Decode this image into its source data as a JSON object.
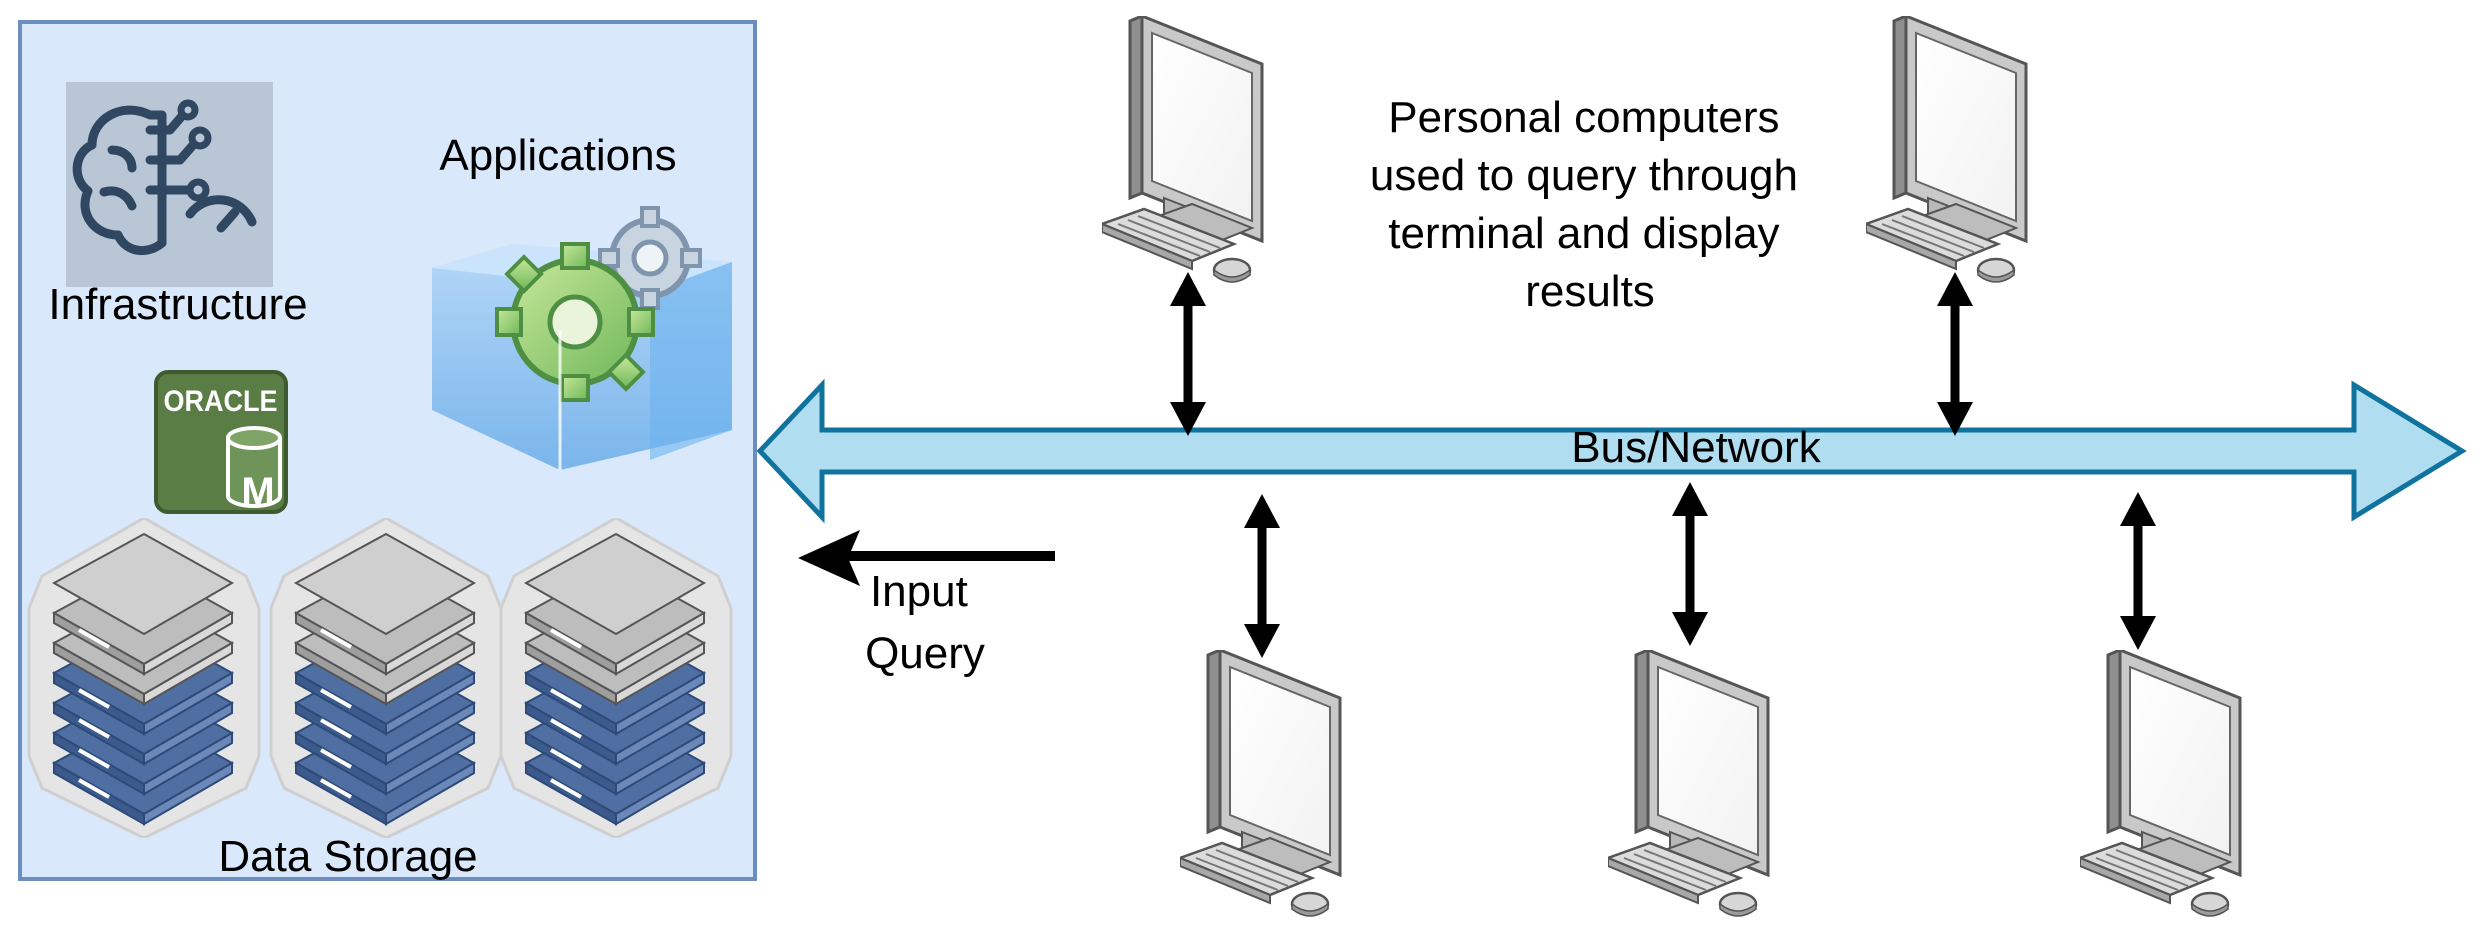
{
  "labels": {
    "infrastructure": "Infrastructure",
    "applications": "Applications",
    "data_storage": "Data Storage",
    "bus_network": "Bus/Network",
    "input_query": [
      "Input",
      "Query"
    ],
    "computers_note": [
      "Personal computers",
      "used to query through",
      "terminal and display",
      "results"
    ]
  },
  "icons": {
    "infrastructure": "brain-circuit-gauge-icon",
    "applications": "gears-cube-icon",
    "database": "oracle-database-icon",
    "database_text": "ORACLE",
    "database_badge": "M",
    "storage": "server-rack-icon",
    "computer": "desktop-computer-icon"
  },
  "colors": {
    "panel_fill": "#dae8fc",
    "panel_stroke": "#6c8ebf",
    "bus_fill": "#b1ddf0",
    "bus_stroke": "#10739e",
    "oracle_green": "#5a7d46",
    "server_blue": "#4f6fa3"
  }
}
